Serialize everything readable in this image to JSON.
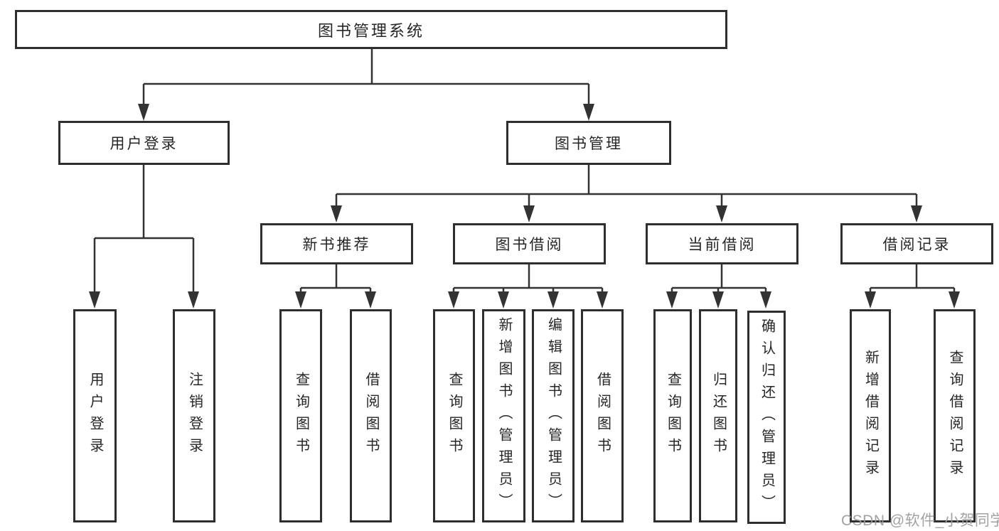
{
  "colors": {
    "background": "#ffffff",
    "line": "#333333",
    "box_border": "#2e2e2e",
    "text": "#262626",
    "watermark": "#9b9b9b"
  },
  "root": {
    "label": "图书管理系统"
  },
  "branches": {
    "user_login": {
      "label": "用户登录",
      "children": [
        {
          "label": "用户登录"
        },
        {
          "label": "注销登录"
        }
      ]
    },
    "book_mgmt": {
      "label": "图书管理"
    }
  },
  "sections": [
    {
      "label": "新书推荐",
      "children": [
        {
          "label": "查询图书"
        },
        {
          "label": "借阅图书"
        }
      ]
    },
    {
      "label": "图书借阅",
      "children": [
        {
          "label": "查询图书"
        },
        {
          "label": "新增图书（管理员）"
        },
        {
          "label": "编辑图书（管理员）"
        },
        {
          "label": "借阅图书"
        }
      ]
    },
    {
      "label": "当前借阅",
      "children": [
        {
          "label": "查询图书"
        },
        {
          "label": "归还图书"
        },
        {
          "label": "确认归还（管理员）"
        }
      ]
    },
    {
      "label": "借阅记录",
      "children": [
        {
          "label": "新增借阅记录"
        },
        {
          "label": "查询借阅记录"
        }
      ]
    }
  ],
  "watermark": "CSDN @软件_小贺同学"
}
